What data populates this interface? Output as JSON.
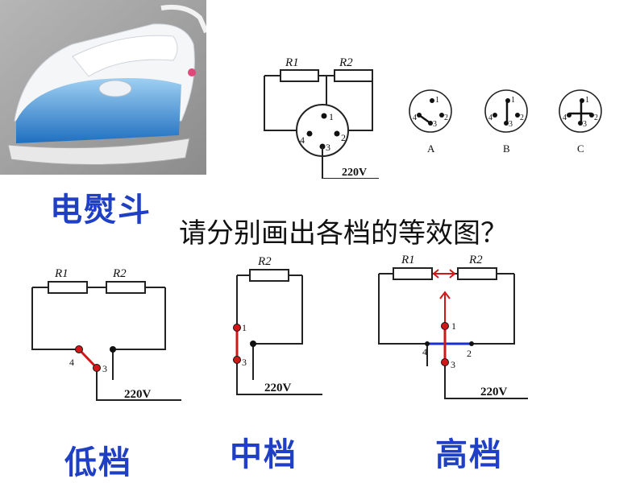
{
  "header": {
    "iron_label": "电熨斗",
    "question": "请分别画出各档的等效图？"
  },
  "schematic": {
    "r1": "R1",
    "r2": "R2",
    "terminals": [
      "1",
      "2",
      "3",
      "4"
    ],
    "voltage": "220V",
    "switch_labels": [
      "A",
      "B",
      "C"
    ]
  },
  "low": {
    "label": "低档",
    "r1": "R1",
    "r2": "R2",
    "t4": "4",
    "t3": "3",
    "voltage": "220V"
  },
  "mid": {
    "label": "中档",
    "r2": "R2",
    "t1": "1",
    "t3": "3",
    "voltage": "220V"
  },
  "high": {
    "label": "高档",
    "r1": "R1",
    "r2": "R2",
    "t1": "1",
    "t2": "2",
    "t3": "3",
    "t4": "4",
    "voltage": "220V"
  },
  "colors": {
    "title": "#1f3fc4",
    "link_red": "#d01818",
    "link_blue": "#1a2fd0"
  }
}
